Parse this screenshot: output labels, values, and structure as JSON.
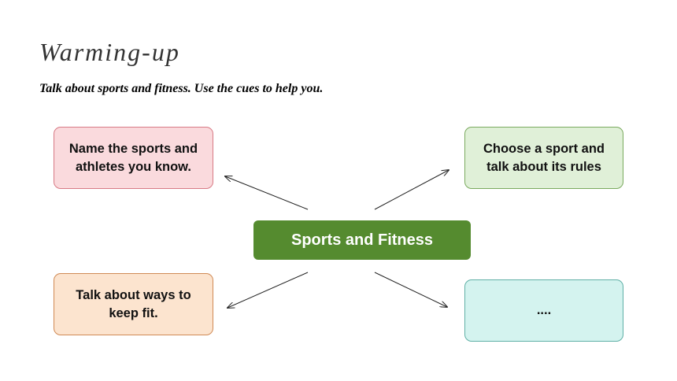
{
  "heading": {
    "title": "Warming-up",
    "instruction": "Talk about sports and fitness. Use the cues to help you."
  },
  "diagram": {
    "center": "Sports and Fitness",
    "cues": {
      "top_left": "Name the sports and athletes you know.",
      "top_right": "Choose a sport and talk about its rules",
      "bottom_left": "Talk about ways to keep fit.",
      "bottom_right": "...."
    }
  },
  "colors": {
    "center_fill": "#558b2f",
    "top_left_fill": "#fadadd",
    "top_right_fill": "#e0f0d8",
    "bottom_left_fill": "#fce4cf",
    "bottom_right_fill": "#d4f3ef"
  }
}
